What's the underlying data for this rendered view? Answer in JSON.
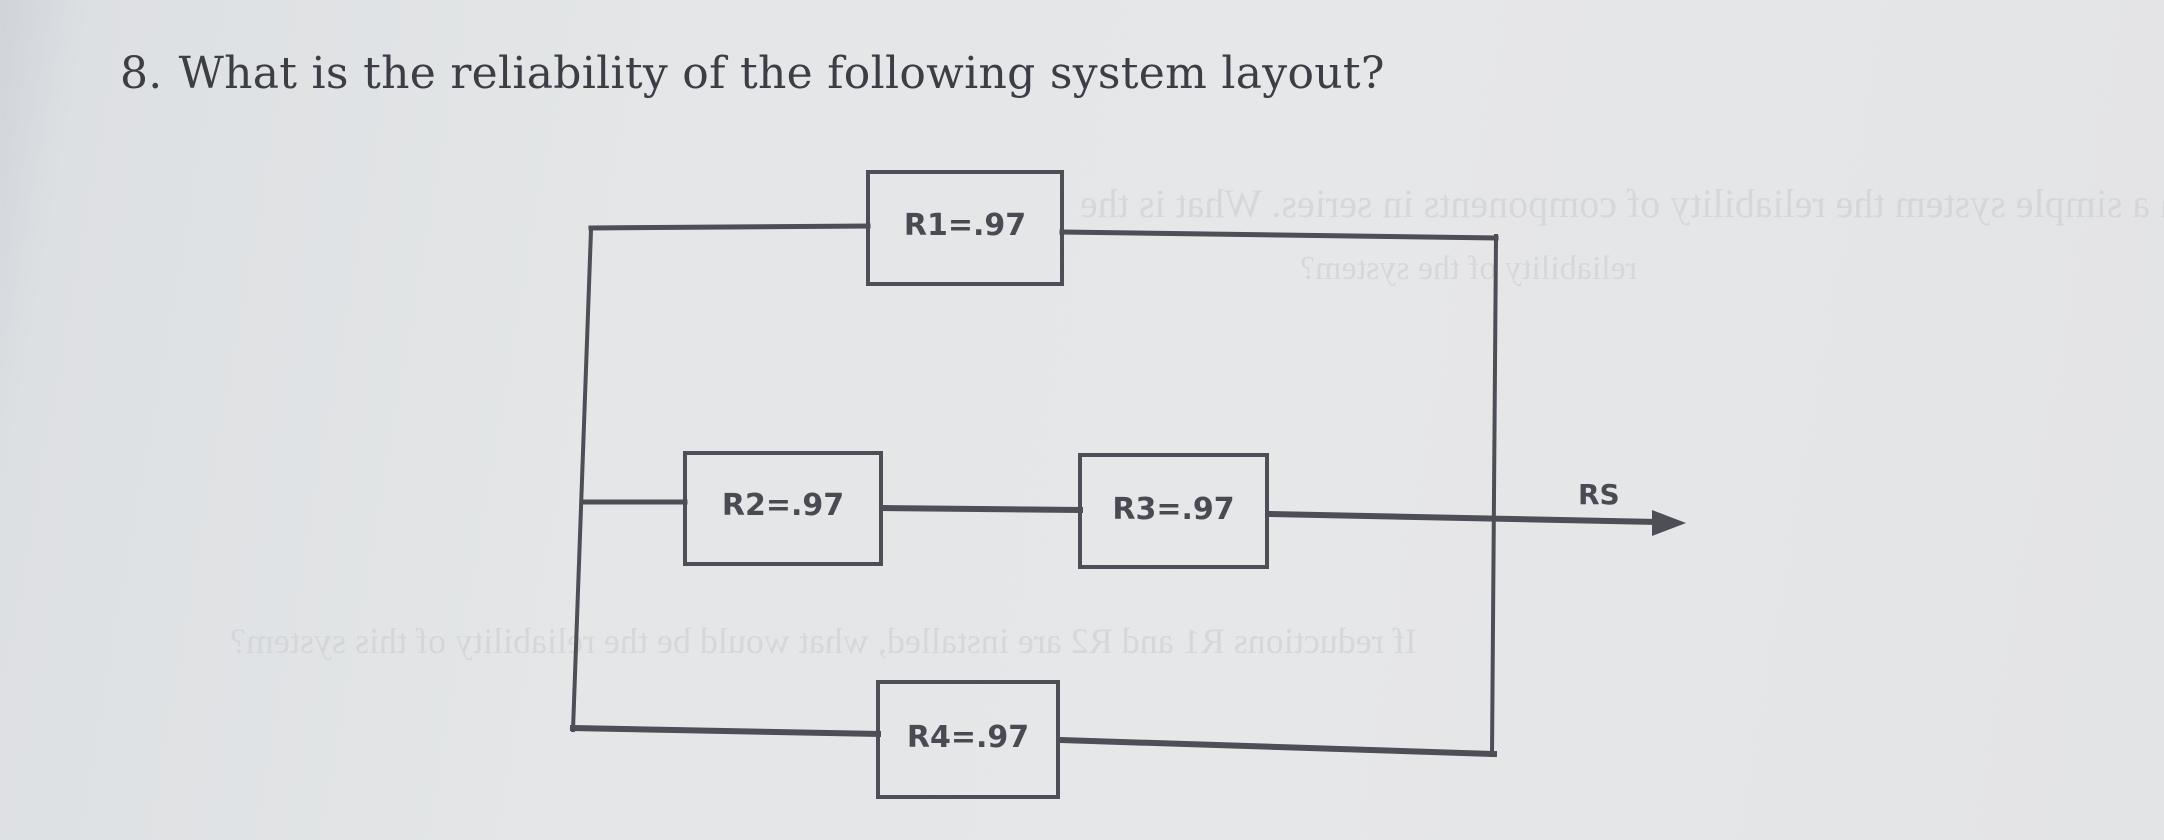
{
  "question": {
    "number": "8.",
    "text": "What is the reliability of the following system layout?"
  },
  "diagram": {
    "components": [
      {
        "id": "R1",
        "label": "R1=.97",
        "reliability": 0.97,
        "position": "top-parallel-branch"
      },
      {
        "id": "R2",
        "label": "R2=.97",
        "reliability": 0.97,
        "position": "middle-branch-series-1"
      },
      {
        "id": "R3",
        "label": "R3=.97",
        "reliability": 0.97,
        "position": "middle-branch-series-2"
      },
      {
        "id": "R4",
        "label": "R4=.97",
        "reliability": 0.97,
        "position": "bottom-parallel-branch"
      }
    ],
    "output_label": "RS",
    "structure": "R1 parallel with (R2 series R3) parallel with R4",
    "line_color": "#4d4e56",
    "box_border_color": "#4a4b52"
  }
}
